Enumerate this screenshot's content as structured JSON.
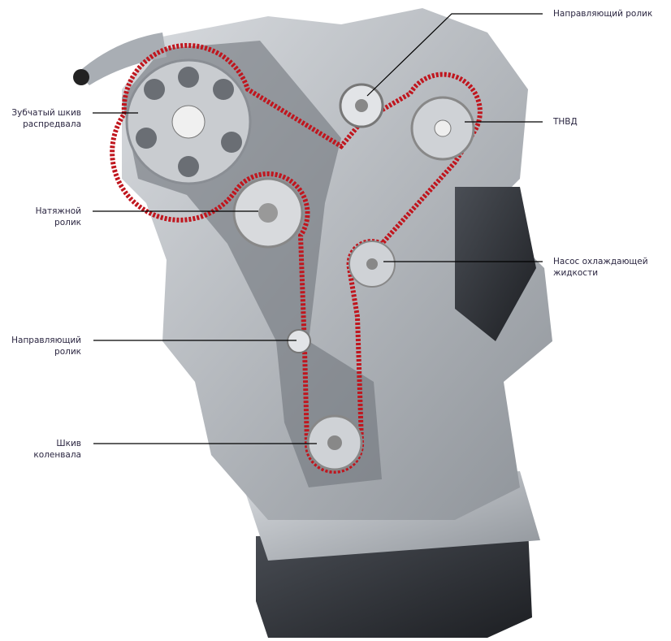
{
  "labels": {
    "guide_roller_top": "Направляющий ролик",
    "hp_pump": "ТНВД",
    "coolant_pump": [
      "Насос охлаждающей",
      "жидкости"
    ],
    "camshaft_pulley": [
      "Зубчатый шкив",
      "распредвала"
    ],
    "tensioner": [
      "Натяжной",
      "ролик"
    ],
    "guide_roller_bottom": [
      "Направляющий",
      "ролик"
    ],
    "crankshaft_pulley": [
      "Шкив",
      "коленвала"
    ]
  },
  "colors": {
    "belt": "#c0161e",
    "engine": "#b8bcc2",
    "engine_dark": "#2e3136",
    "leader": "#000000"
  }
}
